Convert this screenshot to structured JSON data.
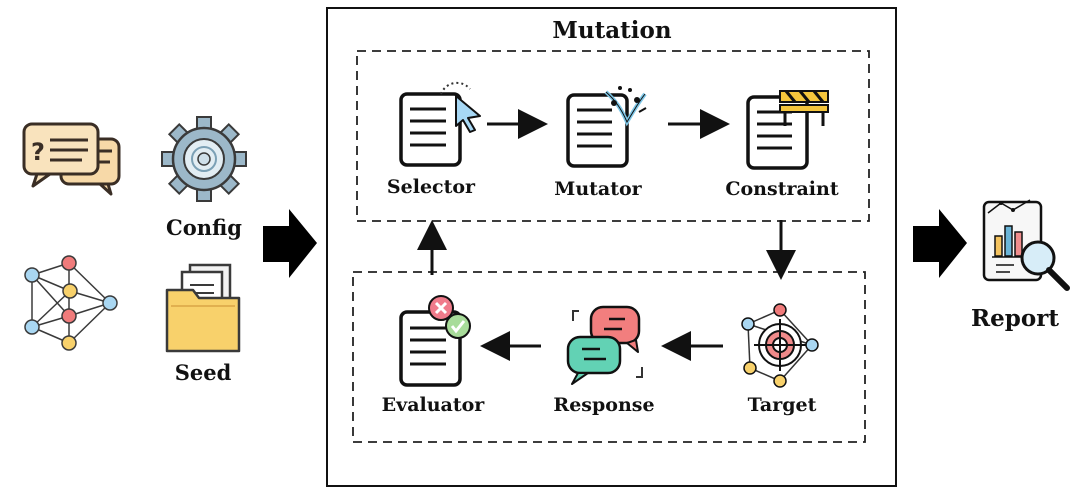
{
  "diagram": {
    "title": "Mutation",
    "inputs": {
      "config_label": "Config",
      "seed_label": "Seed"
    },
    "mutation_loop": {
      "selector_label": "Selector",
      "mutator_label": "Mutator",
      "constraint_label": "Constraint",
      "target_label": "Target",
      "response_label": "Response",
      "evaluator_label": "Evaluator"
    },
    "output": {
      "report_label": "Report"
    }
  },
  "colors": {
    "chat_bubble": "#F7D9A8",
    "chat_outline": "#3A2E25",
    "gear": "#9CB8C9",
    "folder": "#F8D16B",
    "network_red": "#F07B7B",
    "network_yellow": "#F8D16B",
    "network_blue": "#A9D7F2",
    "evaluator_red": "#F07B8B",
    "evaluator_green": "#A8DC9A",
    "response_red": "#F27E7E",
    "response_green": "#62D2B4",
    "report_bars": [
      "#F4C35F",
      "#6BB5D8",
      "#F08D8D"
    ],
    "barrier_yellow": "#F5C63C"
  },
  "icons": [
    "chat-bubbles-icon",
    "gear-icon",
    "neural-network-icon",
    "folder-icon",
    "selector-document-icon",
    "mutator-document-icon",
    "constraint-document-icon",
    "target-icon",
    "response-bubbles-icon",
    "evaluator-document-icon",
    "report-icon"
  ]
}
